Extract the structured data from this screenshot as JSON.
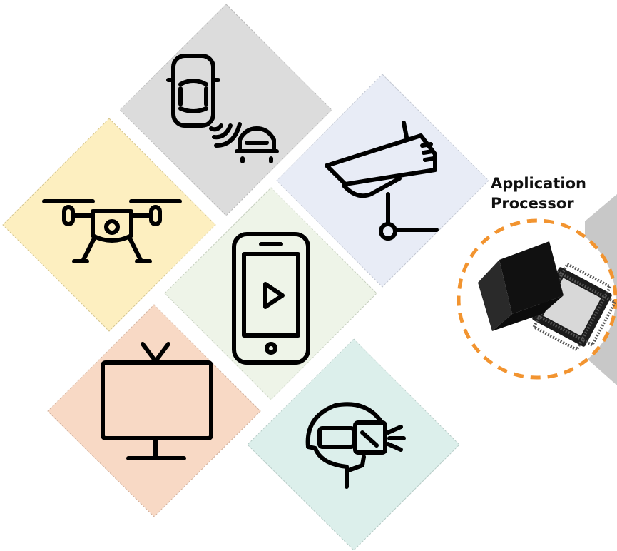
{
  "processor": {
    "label_line1": "Application",
    "label_line2": "Processor"
  },
  "tiles": [
    {
      "name": "vehicle-tile",
      "icon": "car-radar-icon",
      "color": "#dcdcdc"
    },
    {
      "name": "camera-tile",
      "icon": "security-camera-icon",
      "color": "#e8ecf6"
    },
    {
      "name": "drone-tile",
      "icon": "drone-icon",
      "color": "#fdefc0"
    },
    {
      "name": "smartphone-tile",
      "icon": "smartphone-play-icon",
      "color": "#eef4e8"
    },
    {
      "name": "tv-tile",
      "icon": "tv-icon",
      "color": "#f8d9c5"
    },
    {
      "name": "vr-tile",
      "icon": "vr-headset-icon",
      "color": "#dcefeb"
    }
  ],
  "colors": {
    "icon_stroke": "#000000",
    "circle_dash": "#f29430",
    "chip": "#1c1c1c",
    "arrow_gray": "#c8c8c8"
  }
}
